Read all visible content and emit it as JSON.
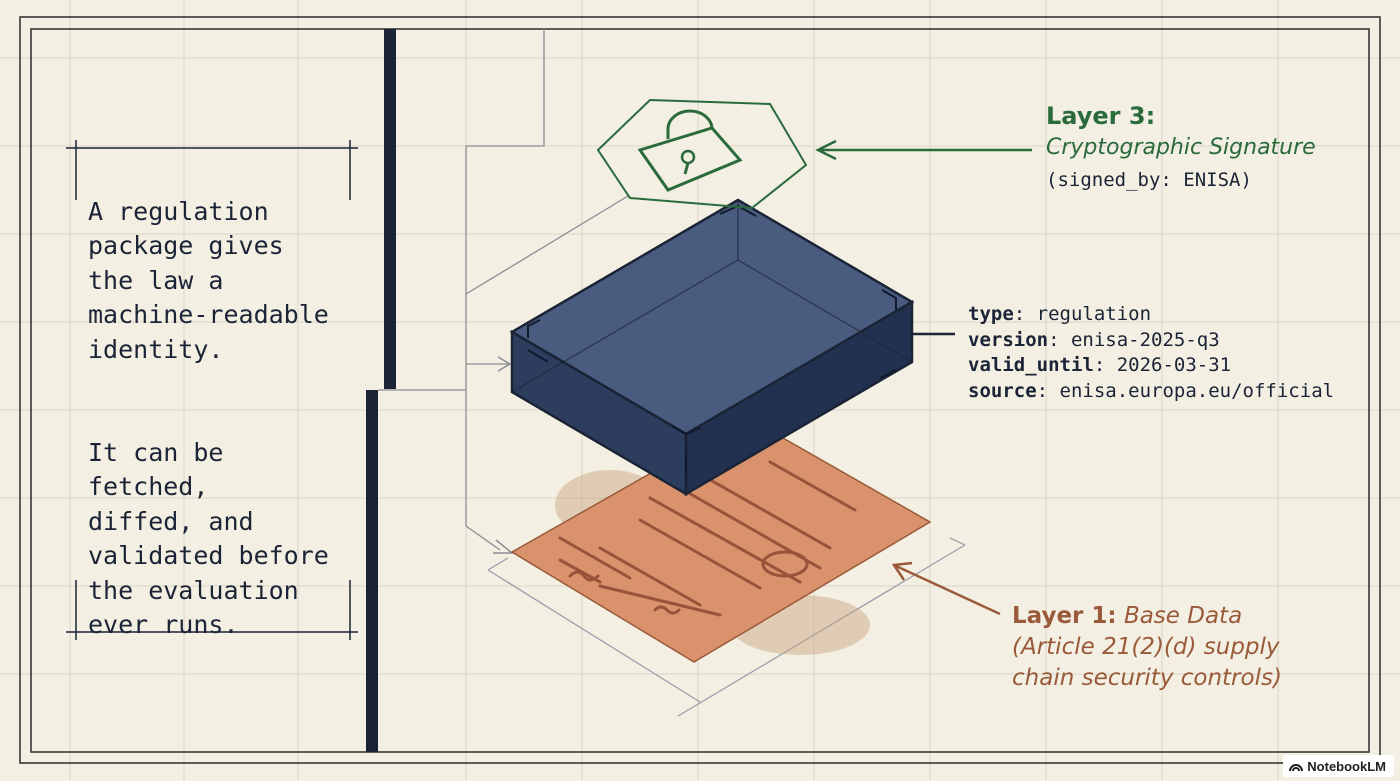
{
  "caption": {
    "paragraph_1": "A regulation\npackage gives\nthe law a\nmachine-readable\nidentity.",
    "paragraph_2": "It can be\nfetched,\ndiffed, and\nvalidated before\nthe evaluation\never runs."
  },
  "layer3": {
    "title": "Layer 3:",
    "subtitle": "Cryptographic Signature",
    "detail": "(signed_by: ENISA)",
    "icon": "padlock-icon",
    "color": "#2a6b3c"
  },
  "metadata": [
    {
      "key": "type",
      "sep": ": ",
      "value": "regulation"
    },
    {
      "key": "version",
      "sep": ": ",
      "value": "enisa-2025-q3"
    },
    {
      "key": "valid_until",
      "sep": ": ",
      "value": "2026-03-31"
    },
    {
      "key": "source",
      "sep": ": ",
      "value": "enisa.europa.eu/official"
    }
  ],
  "layer1": {
    "title": "Layer 1:",
    "subtitle": "Base Data",
    "line2": "(Article 21(2)(d) supply",
    "line3": "chain security controls)",
    "color": "#9a5a3a"
  },
  "colors": {
    "background": "#f3efe2",
    "navy": "#1b2436",
    "box": "#34466a",
    "paper": "#d9926c"
  },
  "badge": {
    "label": "NotebookLM",
    "icon": "notebooklm-logo-icon"
  }
}
